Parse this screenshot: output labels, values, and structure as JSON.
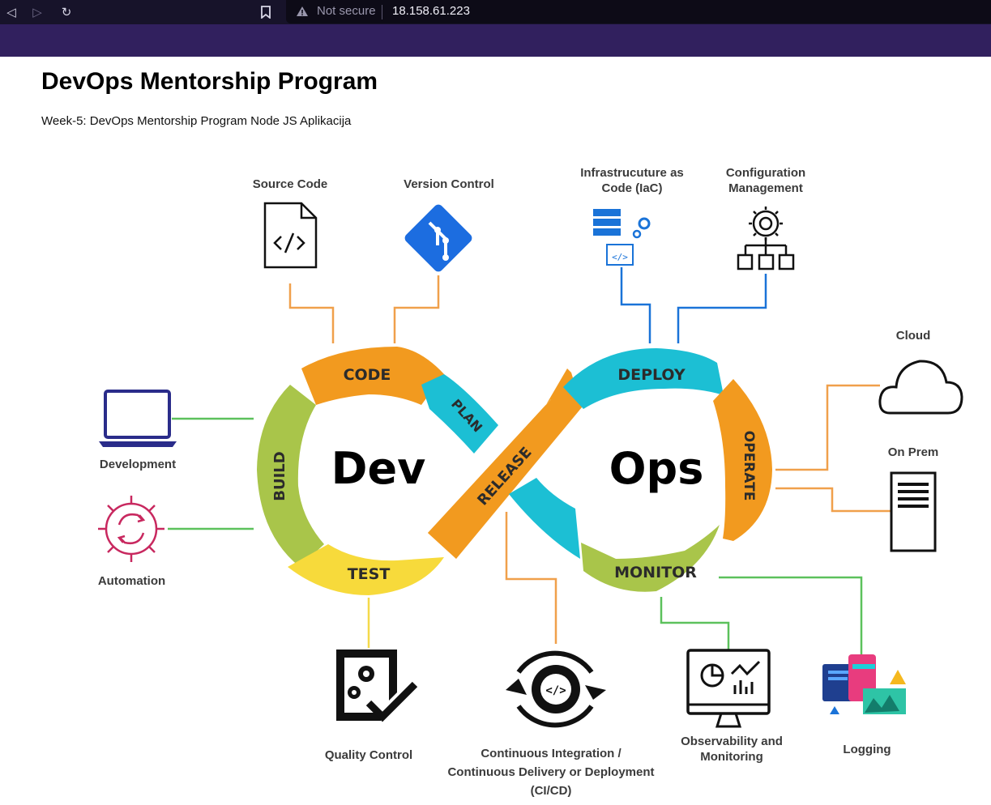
{
  "browser": {
    "not_secure_label": "Not secure",
    "url": "18.158.61.223",
    "icons": [
      "back-icon",
      "forward-icon",
      "reload-icon",
      "bookmark-icon",
      "warning-icon"
    ]
  },
  "page": {
    "title": "DevOps Mentorship Program",
    "subtitle": "Week-5: DevOps Mentorship Program Node JS Aplikacija"
  },
  "diagram": {
    "center": {
      "dev": "Dev",
      "ops": "Ops"
    },
    "stages": {
      "code": "CODE",
      "plan": "PLAN",
      "build": "BUILD",
      "test": "TEST",
      "release": "RELEASE",
      "deploy": "DEPLOY",
      "operate": "OPERATE",
      "monitor": "MONITOR"
    },
    "labels": {
      "source_code": "Source Code",
      "version_control": "Version Control",
      "iac_line1": "Infrastrucuture as",
      "iac_line2": "Code (IaC)",
      "config_line1": "Configuration",
      "config_line2": "Management",
      "cloud": "Cloud",
      "on_prem": "On Prem",
      "development": "Development",
      "automation": "Automation",
      "quality_control": "Quality Control",
      "cicd_line1": "Continuous Integration /",
      "cicd_line2": "Continuous Delivery or Deployment",
      "cicd_line3": "(CI/CD)",
      "observability_line1": "Observability and",
      "observability_line2": "Monitoring",
      "logging": "Logging"
    },
    "colors": {
      "code": "#f29a1f",
      "plan": "#1cbfd4",
      "build": "#a9c54a",
      "test": "#f7da3b",
      "release": "#f29a1f",
      "deploy": "#1cbfd4",
      "operate": "#f29a1f",
      "monitor": "#a9c54a",
      "line_orange": "#f0a04b",
      "line_blue": "#1a73d8",
      "line_green": "#5cc15c",
      "line_yellow": "#f5d94a"
    }
  }
}
